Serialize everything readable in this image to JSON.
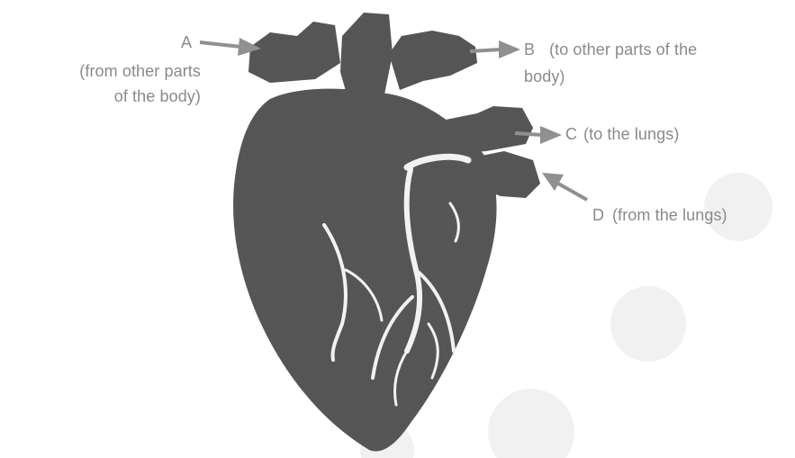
{
  "labels": {
    "a_letter": "A",
    "a_desc_line1": "(from other parts",
    "a_desc_line2": "of the body)",
    "b_letter": "B",
    "b_desc_line1": "(to other parts of the",
    "b_desc_line2": "body)",
    "c_letter": "C",
    "c_desc": "(to the lungs)",
    "d_letter": "D",
    "d_desc": "(from the lungs)"
  },
  "colors": {
    "heart": "#5e5e5e",
    "label": "#8a8a8a",
    "arrow": "#909090",
    "vessel_highlight": "#f2f2f2",
    "watermark": "#f1f1f1"
  }
}
